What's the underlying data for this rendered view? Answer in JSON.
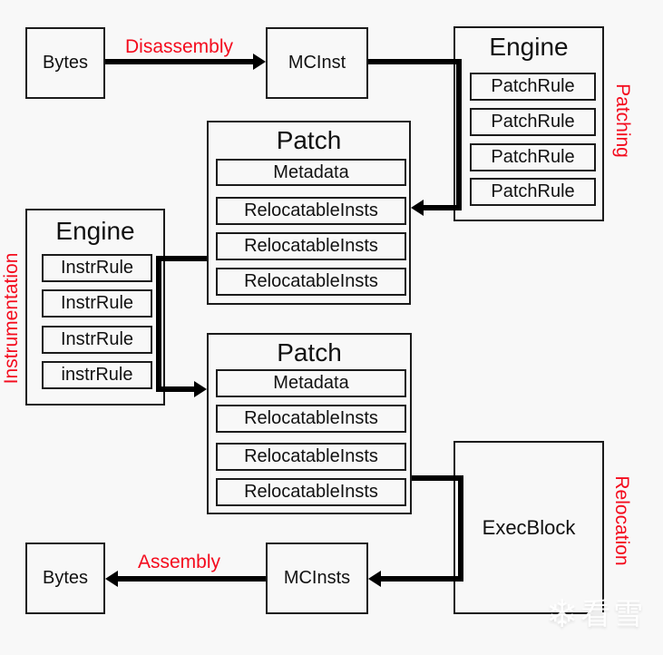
{
  "diagram": {
    "background": "#f8f8f8",
    "box_border_color": "#1b1b1b",
    "connector_color": "#000000",
    "accent_red": "#f40b1d"
  },
  "nodes": {
    "bytes_top": {
      "label": "Bytes"
    },
    "mcinst": {
      "label": "MCInst"
    },
    "engine_patching": {
      "title": "Engine",
      "rules": [
        "PatchRule",
        "PatchRule",
        "PatchRule",
        "PatchRule"
      ]
    },
    "patch_top": {
      "title": "Patch",
      "metadata": "Metadata",
      "insts": [
        "RelocatableInsts",
        "RelocatableInsts",
        "RelocatableInsts"
      ]
    },
    "engine_instrumentation": {
      "title": "Engine",
      "rules": [
        "InstrRule",
        "InstrRule",
        "InstrRule",
        "instrRule"
      ]
    },
    "patch_bottom": {
      "title": "Patch",
      "metadata": "Metadata",
      "insts": [
        "RelocatableInsts",
        "RelocatableInsts",
        "RelocatableInsts"
      ]
    },
    "execblock": {
      "label": "ExecBlock"
    },
    "mcinsts": {
      "label": "MCInsts"
    },
    "bytes_bottom": {
      "label": "Bytes"
    }
  },
  "edge_labels": {
    "disassembly": "Disassembly",
    "assembly": "Assembly"
  },
  "phase_labels": {
    "patching": "Patching",
    "instrumentation": "Instrumentation",
    "relocation": "Relocation"
  },
  "watermark": {
    "icon": "❄",
    "text": "看雪"
  }
}
